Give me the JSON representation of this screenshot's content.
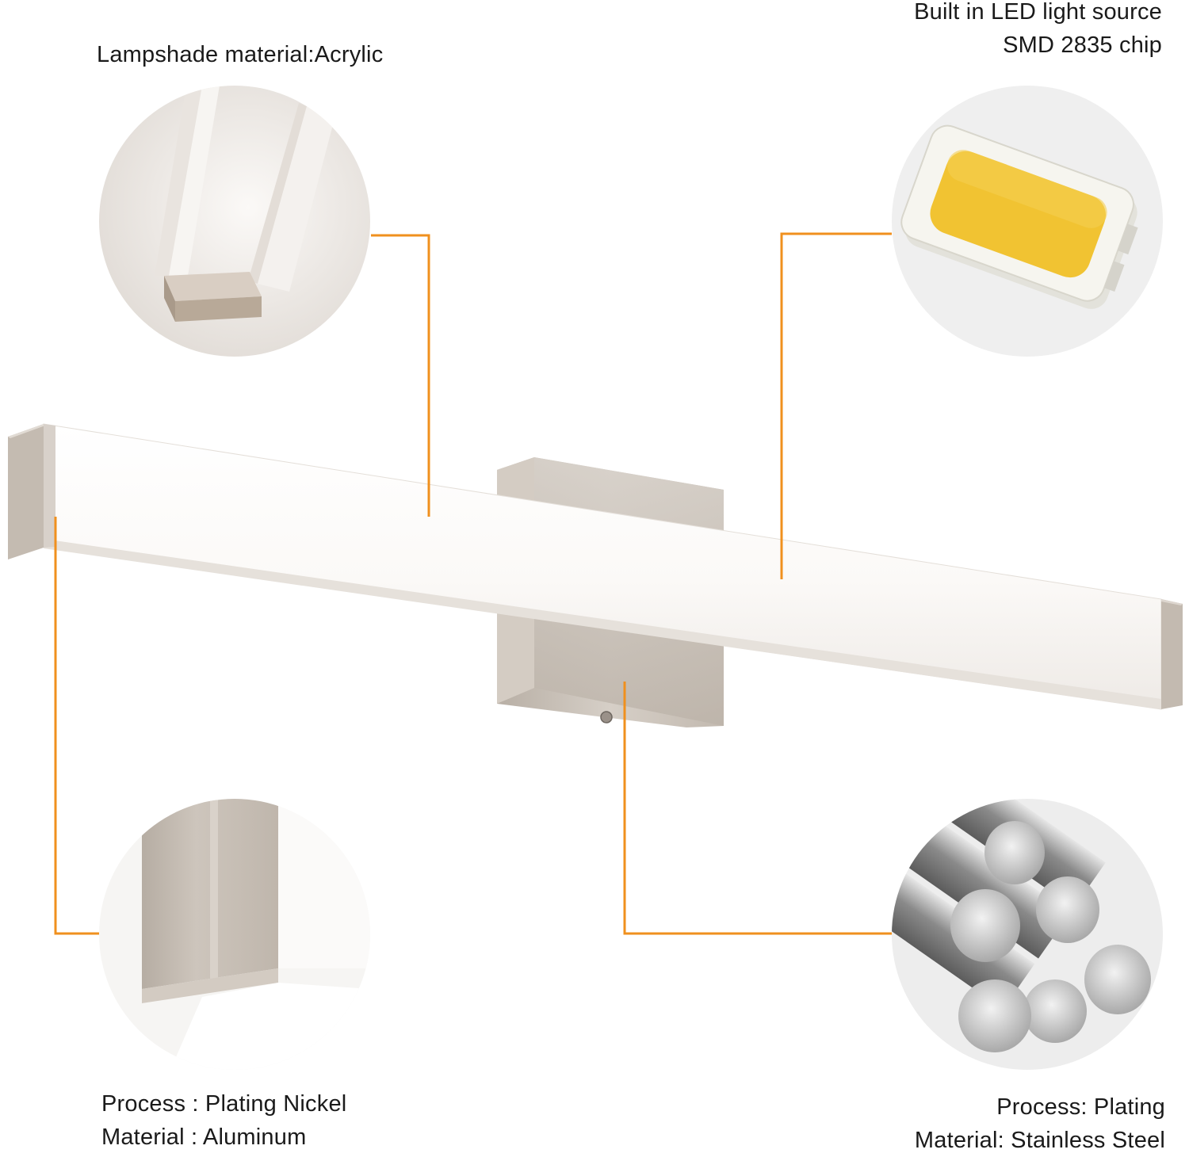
{
  "callouts": {
    "lampshade": {
      "line1": "Lampshade material:Acrylic"
    },
    "led": {
      "line1": "Built in LED light source",
      "line2": "SMD 2835 chip"
    },
    "end_cap": {
      "line1": "Process : Plating Nickel",
      "line2": "Material : Aluminum"
    },
    "backplate": {
      "line1": "Process: Plating",
      "line2": "Material: Stainless Steel"
    }
  },
  "colors": {
    "leader_line": "#f0901e",
    "nickel": "#c9c1b8",
    "acrylic": "#f7f4f1",
    "led_phosphor": "#f1c332"
  },
  "icons": [
    "acrylic-shade-detail",
    "led-chip",
    "aluminum-end-cap-detail",
    "steel-rods"
  ]
}
